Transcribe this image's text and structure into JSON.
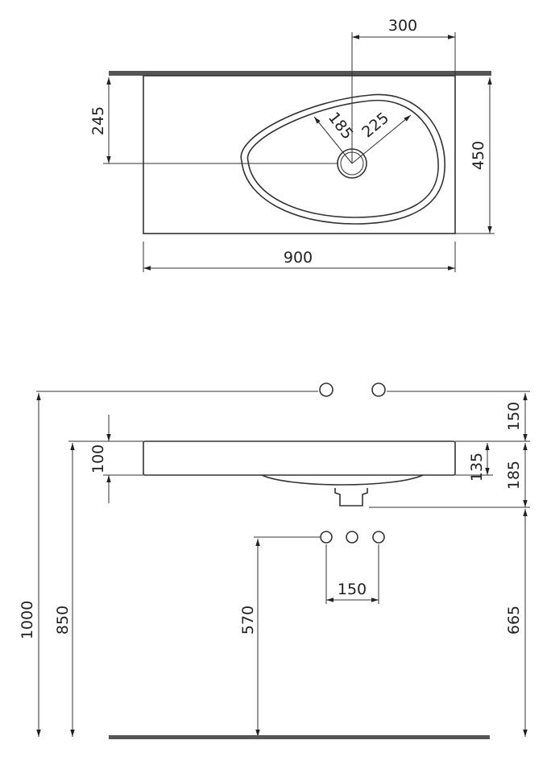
{
  "top_view": {
    "dim_drain_from_right": "300",
    "dim_drain_from_wall": "245",
    "dim_depth": "450",
    "dim_width": "900",
    "dim_radius_small": "185",
    "dim_radius_large": "225"
  },
  "front_view": {
    "dim_total_height": "1000",
    "dim_basin_top_height": "850",
    "dim_basin_thickness": "100",
    "dim_tap_above_basin": "150",
    "dim_front_thickness": "135",
    "dim_basin_to_drain": "185",
    "dim_drain_height": "665",
    "dim_valve_height": "570",
    "dim_valve_spacing": "150"
  }
}
